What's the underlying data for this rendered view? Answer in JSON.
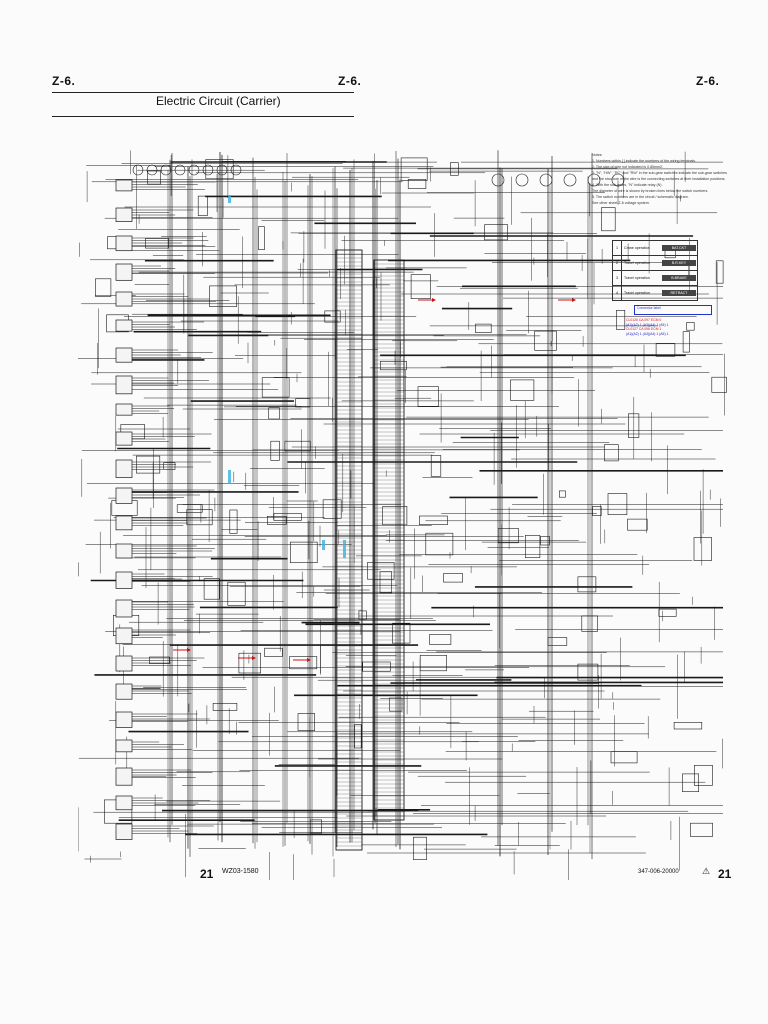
{
  "page": {
    "section_label": "Z-6.",
    "title": "Electric Circuit (Carrier)",
    "page_number": "21",
    "document_number": "WZ03-1580",
    "drawing_number": "347-006-20000",
    "warning_icon": "warning-triangle-icon"
  },
  "notes": [
    "Notes:",
    "1. Numbers within [ ] indicate the numbers of the wiring terminals.",
    "2. The size of wire not indicated is 0.85mm2.",
    "3. \"N\", \"HW\", \"RC\" and \"RW\" in the sub-gear switches indicate the sub-gear switches",
    "   and the structure of the wire is the connecting switches at their installation positions.",
    "4. With the sub-gears, \"N\" indicate relay (N).",
    "   The diameter of wire is shown by broken lines below the switch numbers.",
    "5. The switch numbers are in the circuit / schematic diagram.",
    "   See other sheet Z-6 voltage system."
  ],
  "legend_table": [
    {
      "num": "1",
      "label": "Crane operation",
      "value": "BAT.CKT"
    },
    {
      "num": "2",
      "label": "Travel operation",
      "value": "B.R.KEY"
    },
    {
      "num": "3",
      "label": "Travel operation",
      "value": "B.BRAKE"
    },
    {
      "num": "4",
      "label": "Travel operation",
      "value": "RETRACT"
    }
  ],
  "annotations": {
    "blue_box": "Connector label",
    "red_box": [
      {
        "text": "CL0126  CA 097  ECM 0",
        "tone": "r"
      },
      {
        "text": "(A1)(A2) 1  (A3)(A4) 1  (A5) 1",
        "tone": "b"
      },
      {
        "text": "CL0127  CA 096  ECM 1",
        "tone": "r"
      },
      {
        "text": "(A1)(A2) 1  (A3)(A4) 1  (A5) 1",
        "tone": "b"
      }
    ]
  },
  "colors": {
    "line": "#1a1a1a",
    "accent_red": "#d11111",
    "accent_blue": "#2233cc",
    "highlight_cyan": "#3ab0e0"
  }
}
